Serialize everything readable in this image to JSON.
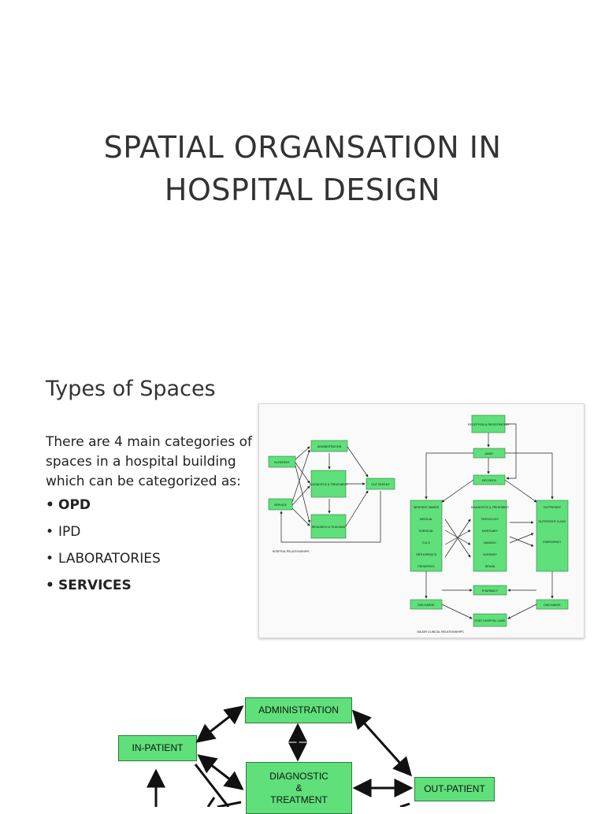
{
  "slide": {
    "title_line1": "SPATIAL ORGANSATION IN",
    "title_line2": "HOSPITAL DESIGN"
  },
  "section": {
    "heading": "Types of Spaces",
    "intro_line1": "There are 4 main categories of",
    "intro_line2": "spaces in a hospital building",
    "intro_line3": "which can be categorized as:",
    "bullets": [
      {
        "label": "OPD",
        "bold": true
      },
      {
        "label": "IPD",
        "bold": false
      },
      {
        "label": "LABORATORIES",
        "bold": false
      },
      {
        "label": "SERVICES",
        "bold": true
      }
    ]
  },
  "thumbnail": {
    "left_diagram": {
      "in_patient": "IN-PATIENT",
      "service": "SERVICE",
      "administration": "ADMINISTRATION",
      "diagnostic": "DIAGNOSTIC & TREATMENT",
      "research": "RESEARCH & TEACHING",
      "out_patient": "OUT-PATIENT",
      "caption": "HOSPITAL RELATIONSHIPS"
    },
    "right_diagram": {
      "reception": "RECEPTION & REGISTRATION",
      "admit": "ADMIT",
      "records": "RECORDS",
      "inpatient_header": "INPATIENT WARDS",
      "inpatient_items": [
        "MEDICAL",
        "SURGICAL",
        "O & G",
        "ORTHOPEDICS",
        "PEDIATRICS"
      ],
      "diagnostic_header": "DIAGNOSTIC & TREATMENT",
      "diagnostic_items": [
        "PATHOLOGY",
        "MORTUARY",
        "IMAGING",
        "SURGERY",
        "REHAB"
      ],
      "outpatient_header": "OUTPATIENT",
      "outpatient_items": [
        "OUTPATIENT CLINIC",
        "EMERGENCY"
      ],
      "pharmacy": "PHARMACY",
      "discharge_left": "DISCHARGE",
      "discharge_right": "DISCHARGE",
      "post_hospital": "POST HOSPITAL CARE",
      "caption": "MAJOR CLINICAL RELATIONSHIPS"
    }
  },
  "large_diagram": {
    "administration": "ADMINISTRATION",
    "in_patient": "IN-PATIENT",
    "diagnostic_line1": "DIAGNOSTIC",
    "diagnostic_line2": "&",
    "diagnostic_line3": "TREATMENT",
    "out_patient": "OUT-PATIENT"
  },
  "colors": {
    "box_fill": "#5fe07a",
    "box_border": "#2d7a3c",
    "arrow": "#111111"
  }
}
